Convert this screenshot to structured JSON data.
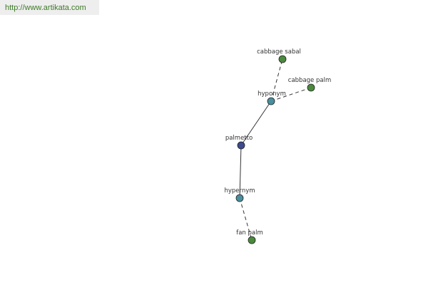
{
  "header": {
    "url": "http://www.artikata.com"
  },
  "colors": {
    "leaf": "#4b8a3c",
    "relation": "#4a8f9e",
    "root": "#3d4a8e",
    "edge": "#333333"
  },
  "nodes": [
    {
      "id": "cabbage-sabal",
      "label": "cabbage sabal",
      "kind": "leaf"
    },
    {
      "id": "cabbage-palm",
      "label": "cabbage palm",
      "kind": "leaf"
    },
    {
      "id": "hyponym",
      "label": "hyponym",
      "kind": "relation"
    },
    {
      "id": "palmetto",
      "label": "palmetto",
      "kind": "root"
    },
    {
      "id": "hypernym",
      "label": "hypernym",
      "kind": "relation"
    },
    {
      "id": "fan-palm",
      "label": "fan palm",
      "kind": "leaf"
    }
  ],
  "edges": [
    {
      "from": "hyponym",
      "to": "cabbage-sabal",
      "style": "dashed"
    },
    {
      "from": "hyponym",
      "to": "cabbage-palm",
      "style": "dashed"
    },
    {
      "from": "palmetto",
      "to": "hyponym",
      "style": "solid"
    },
    {
      "from": "palmetto",
      "to": "hypernym",
      "style": "solid"
    },
    {
      "from": "hypernym",
      "to": "fan-palm",
      "style": "dashed"
    }
  ]
}
